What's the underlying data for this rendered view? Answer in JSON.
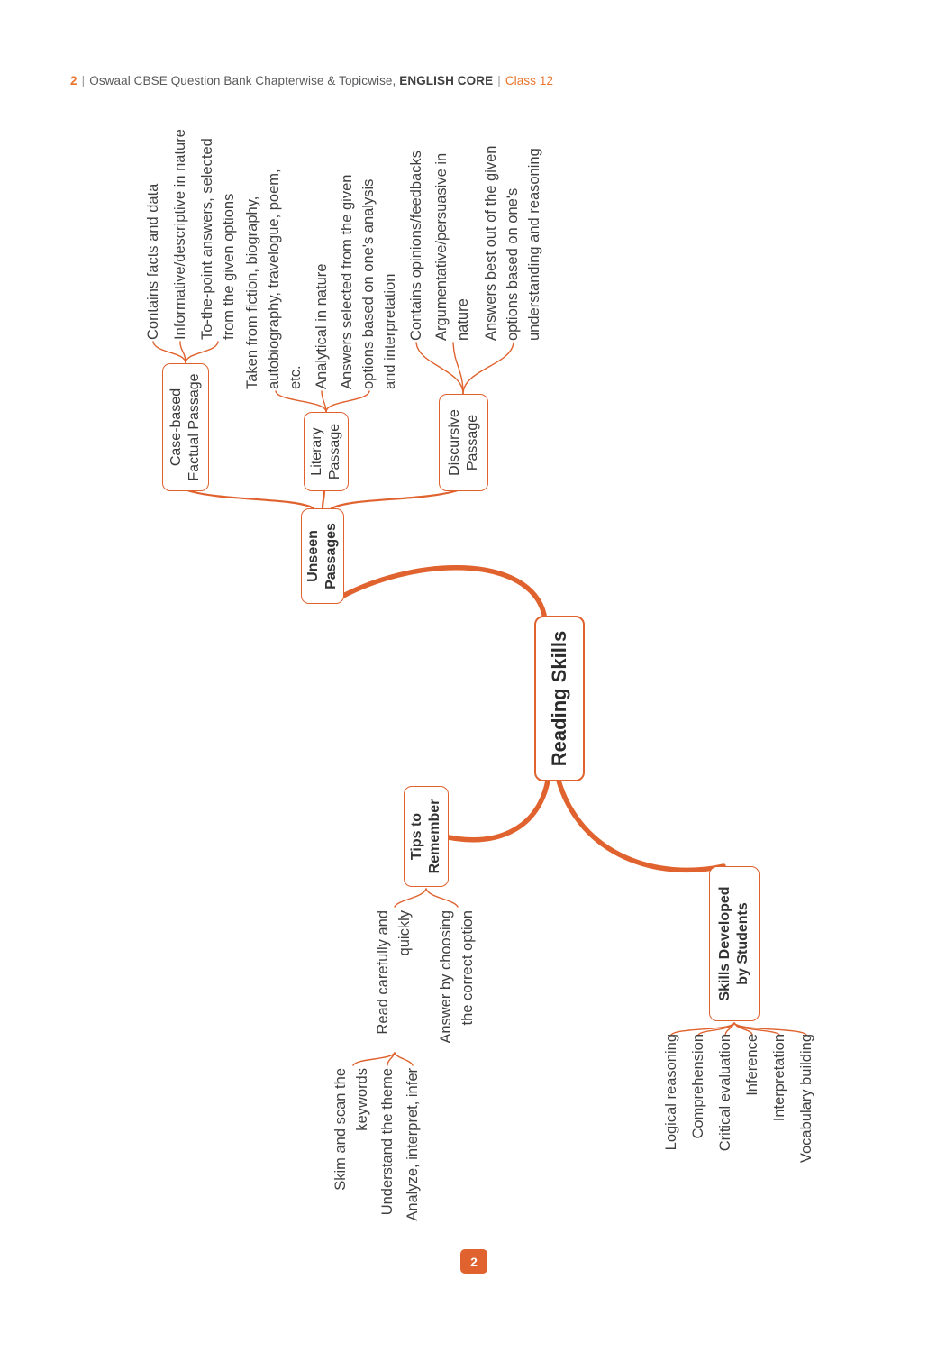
{
  "header": {
    "page_number": "2",
    "separator": "|",
    "title": "Oswaal CBSE Question Bank Chapterwise & Topicwise,",
    "title_bold": "ENGLISH CORE",
    "class_label": "Class 12"
  },
  "footer": {
    "page_badge": "2"
  },
  "colors": {
    "accent_curve": "#e0622e",
    "accent_header": "#e8742c",
    "text": "#3f3f3f"
  },
  "mindmap": {
    "root": "Reading Skills",
    "unseen": {
      "label": "Unseen\nPassages",
      "children": {
        "case_based": {
          "label": "Case-based\nFactual Passage",
          "leaves": [
            "Contains facts and data",
            "Informative/descriptive in nature",
            "To-the-point answers, selected\nfrom the given options"
          ]
        },
        "literary": {
          "label": "Literary\nPassage",
          "leaves": [
            "Taken from fiction, biography,\nautobiography, travelogue, poem,\netc.",
            "Analytical in nature",
            "Answers selected from the given\noptions based on one's analysis\nand interpretation"
          ]
        },
        "discursive": {
          "label": "Discursive\nPassage",
          "leaves": [
            "Contains opinions/feedbacks",
            "Argumentative/persuasive in\nnature",
            "Answers best out of the given\noptions based on one's\nunderstanding and reasoning"
          ]
        }
      }
    },
    "tips": {
      "label": "Tips to\nRemember",
      "leaves": [
        "Read carefully and\nquickly",
        "Answer by choosing\nthe correct option"
      ],
      "sub_leaves": [
        "Skim and scan the\nkeywords",
        "Understand the theme",
        "Analyze, interpret, infer"
      ]
    },
    "skills": {
      "label": "Skills Developed\nby Students",
      "leaves": [
        "Logical reasoning",
        "Comprehension",
        "Critical evaluation",
        "Inference",
        "Interpretation",
        "Vocabulary building"
      ]
    }
  }
}
